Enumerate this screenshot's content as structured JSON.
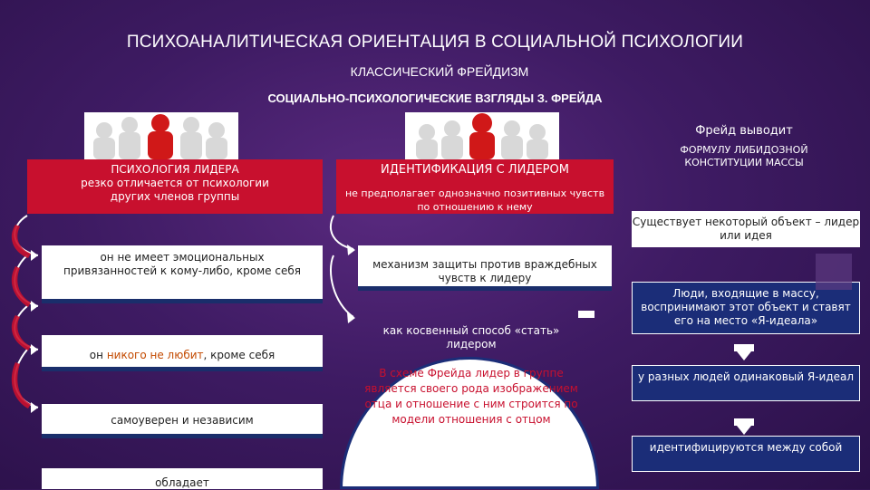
{
  "title": "ПСИХОАНАЛИТИЧЕСКАЯ ОРИЕНТАЦИЯ В СОЦИАЛЬНОЙ ПСИХОЛОГИИ",
  "subtitle": "КЛАССИЧЕСКИЙ ФРЕЙДИЗМ",
  "subsubtitle": "СОЦИАЛЬНО-ПСИХОЛОГИЧЕСКИЕ ВЗГЛЯДЫ З. ФРЕЙДА",
  "left": {
    "header_title": "ПСИХОЛОГИЯ ЛИДЕРА",
    "header_text": "резко отличается от психологии других членов группы",
    "item1": "он не имеет эмоциональных привязанностей к кому-либо, кроме себя",
    "item2_pre": "он ",
    "item2_em": "никого не любит",
    "item2_post": ", кроме себя",
    "item3": "самоуверен и независим",
    "item4": "обладает"
  },
  "middle": {
    "header_title": "ИДЕНТИФИКАЦИЯ С ЛИДЕРОМ",
    "header_text": "не предполагает однозначно позитивных чувств по отношению к нему",
    "item1": "механизм защиты против враждебных чувств к лидеру",
    "item2": "как косвенный способ «стать» лидером",
    "circle_text": "В схеме Фрейда лидер в группе является своего рода изображением отца и отношение с ним строится по модели отношения с отцом"
  },
  "right": {
    "freud_derives": "Фрейд выводит",
    "formula": "ФОРМУЛУ ЛИБИДОЗНОЙ КОНСТИТУЦИИ МАССЫ",
    "box1": "Существует некоторый объект – лидер или идея",
    "box2": "Люди, входящие в массу, воспринимают этот объект и ставят его на место «Я-идеала»",
    "box3": "у разных людей одинаковый Я-идеал",
    "box4": "идентифицируются между собой"
  },
  "colors": {
    "background": "#3e1b63",
    "red": "#c8102e",
    "navy": "#1b2d78",
    "orange": "#c34a00"
  }
}
